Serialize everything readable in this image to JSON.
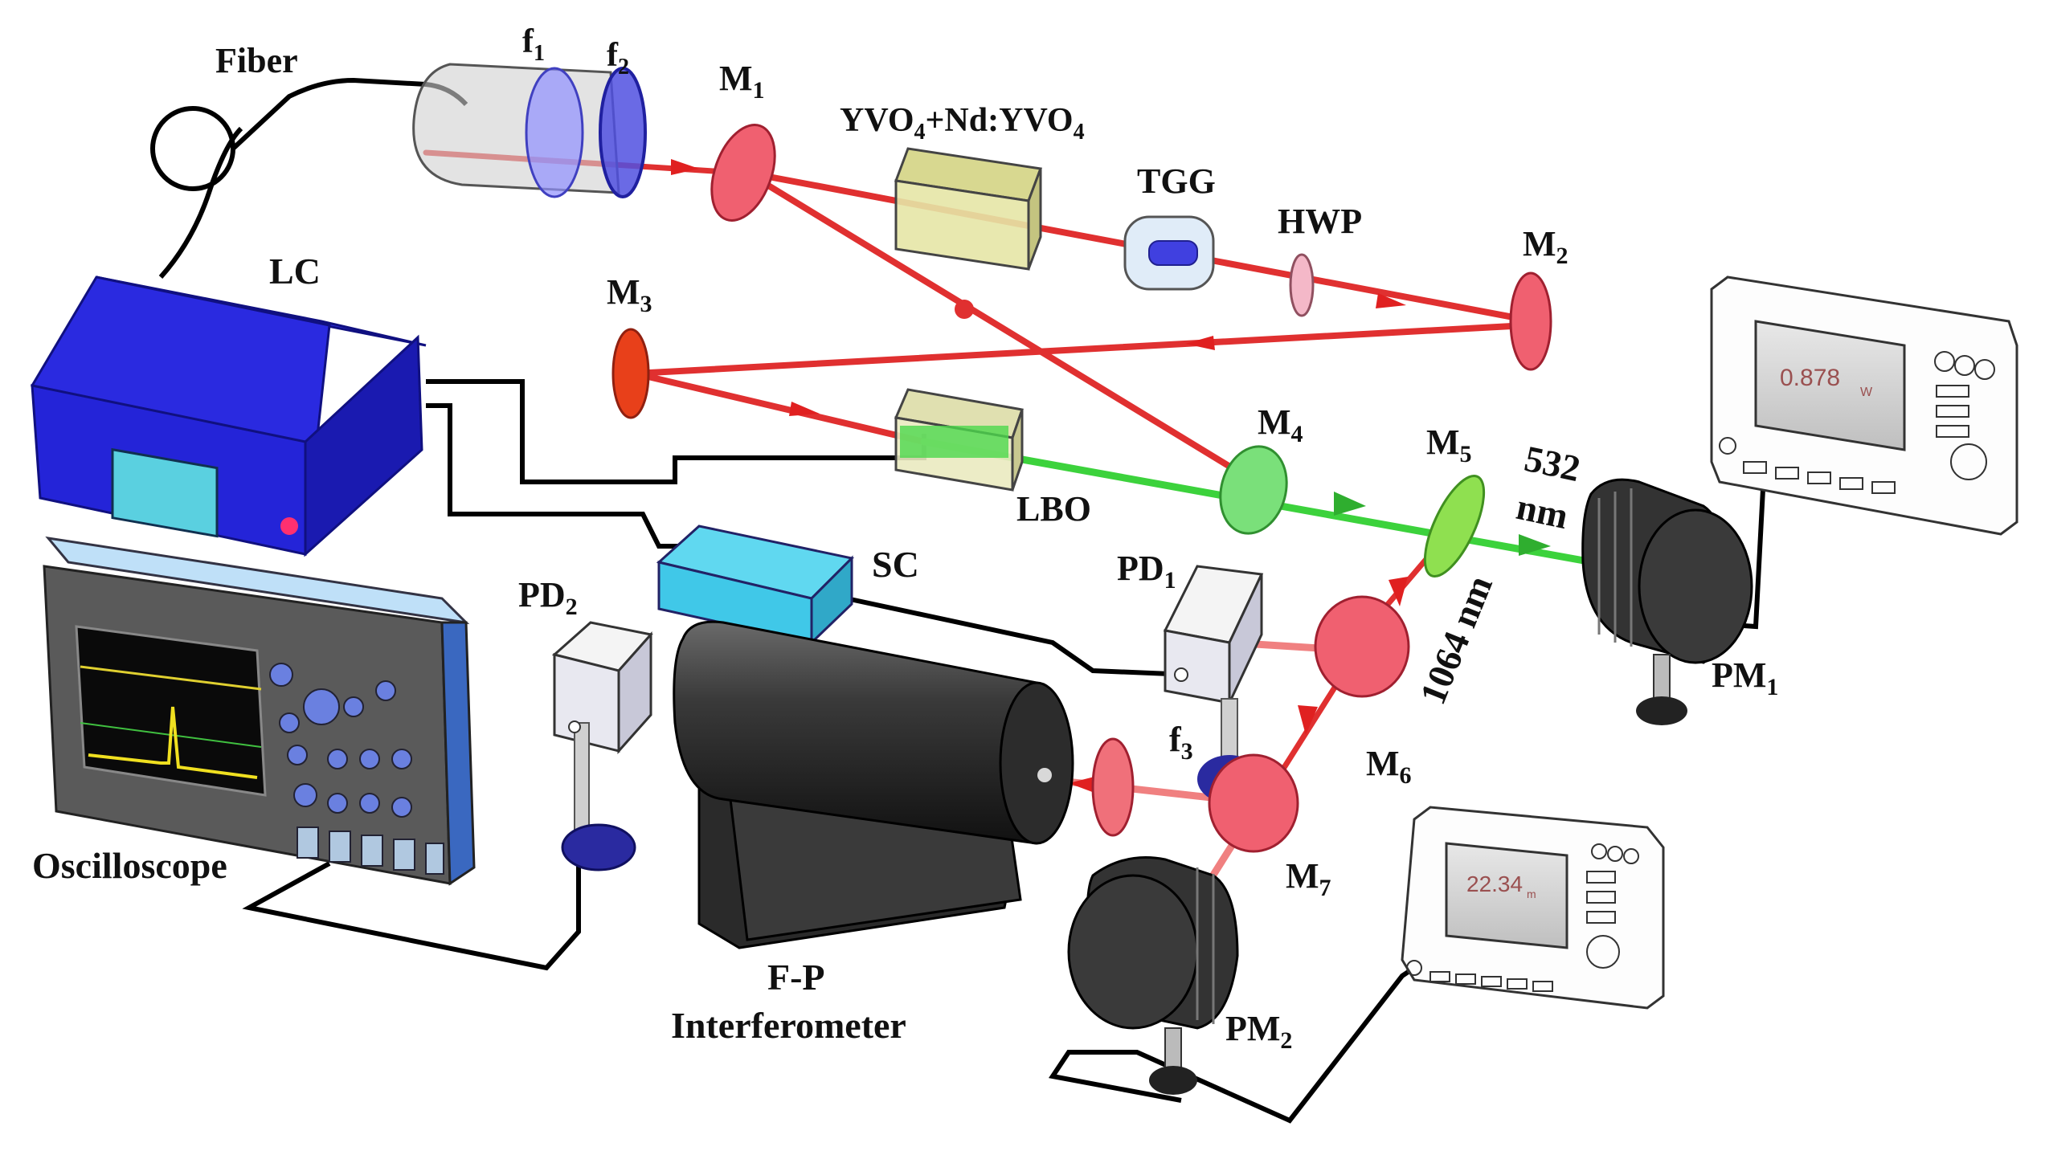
{
  "labels": {
    "fiber": "Fiber",
    "f1": "f",
    "f1_sub": "1",
    "f2": "f",
    "f2_sub": "2",
    "m1": "M",
    "m1_sub": "1",
    "crystal_a": "YVO",
    "crystal_a_sub1": "4",
    "crystal_b": "+Nd:YVO",
    "crystal_b_sub": "4",
    "tgg": "TGG",
    "hwp": "HWP",
    "m2": "M",
    "m2_sub": "2",
    "lc": "LC",
    "m3": "M",
    "m3_sub": "3",
    "lbo": "LBO",
    "m4": "M",
    "m4_sub": "4",
    "m5": "M",
    "m5_sub": "5",
    "wl532_a": "532",
    "wl532_b": "nm",
    "wl1064": "1064 nm",
    "sc": "SC",
    "pd1": "PD",
    "pd1_sub": "1",
    "pd2": "PD",
    "pd2_sub": "2",
    "f3": "f",
    "f3_sub": "3",
    "m6": "M",
    "m6_sub": "6",
    "m7": "M",
    "m7_sub": "7",
    "pm1": "PM",
    "pm1_sub": "1",
    "pm2": "PM",
    "pm2_sub": "2",
    "oscilloscope": "Oscilloscope",
    "fp_a": "F-P",
    "fp_b": "Interferometer"
  },
  "readouts": {
    "pm1_value": "0.878",
    "pm1_unit": "W",
    "pm2_value": "22.34",
    "pm2_unit": "m"
  },
  "colors": {
    "beam_1064": "#e03030",
    "beam_532": "#3cd23c",
    "mirror": "#f06070",
    "controller": "#2020e0",
    "scanner": "#40c8e8",
    "fp_body": "#3a3a3a",
    "crystal": "#d8d890"
  },
  "icons": [
    "laser-controller",
    "fiber-coil",
    "lens",
    "mirror",
    "crystal",
    "faraday-rotator",
    "waveplate",
    "photodiode",
    "power-meter-head",
    "power-meter-display",
    "oscilloscope",
    "scan-controller",
    "fabry-perot-interferometer"
  ]
}
